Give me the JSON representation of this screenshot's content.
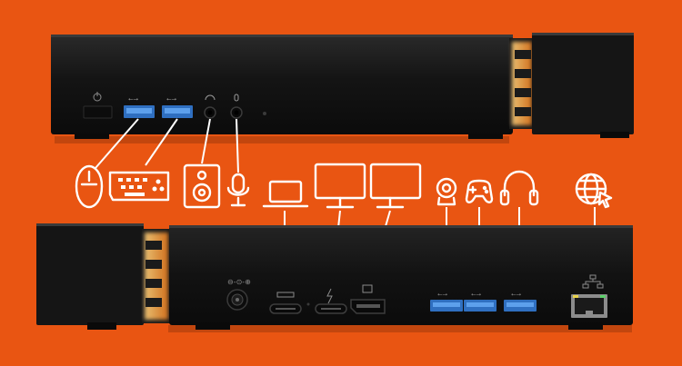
{
  "scene": {
    "background_color": "#E95512",
    "device_color": "#141414",
    "accent_color": "#F39A3C",
    "line_color": "#FFFFFF",
    "port_blue": "#3F86D8",
    "icons": [
      "mouse-icon",
      "keyboard-icon",
      "speaker-icon",
      "microphone-icon",
      "laptop-icon",
      "monitor-icon",
      "monitor-icon",
      "webcam-icon",
      "gamepad-icon",
      "headphones-icon",
      "globe-icon"
    ],
    "front_ports": [
      "power-button",
      "usb-a-port",
      "usb-a-port",
      "headphone-jack",
      "microphone-jack",
      "status-led"
    ],
    "rear_ports": [
      "dc-power-input",
      "usb-c-port",
      "thunderbolt-port",
      "displayport",
      "usb-a-port",
      "usb-a-port",
      "usb-a-port",
      "ethernet-port"
    ]
  }
}
